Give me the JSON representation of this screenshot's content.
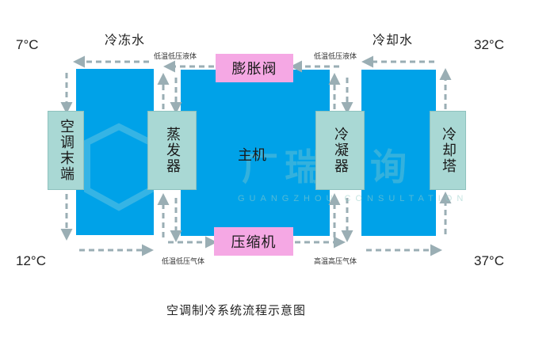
{
  "temps": {
    "top_left": "7°C",
    "top_right": "32°C",
    "bottom_left": "12°C",
    "bottom_right": "37°C"
  },
  "water": {
    "chilled": "冷冻水",
    "cooling": "冷却水"
  },
  "flow_states": {
    "top_left": "低温低压液体",
    "top_right": "低温低压液体",
    "bottom_left": "低温低压气体",
    "bottom_right": "高温高压气体"
  },
  "components": {
    "terminal": "空调末端",
    "evaporator": "蒸发器",
    "main_unit": "主机",
    "expansion_valve": "膨胀阀",
    "compressor": "压缩机",
    "condenser": "冷凝器",
    "cooling_tower": "冷却塔"
  },
  "watermark": {
    "main": "广瑞咨询",
    "sub": "GUANGZHOU CONSULTATION"
  },
  "caption": "空调制冷系统流程示意图",
  "colors": {
    "blue_block": "#00a2e8",
    "teal_label": "#a9d8d4",
    "pink_label": "#f5a8e4",
    "arrow": "#9aaeb4"
  }
}
